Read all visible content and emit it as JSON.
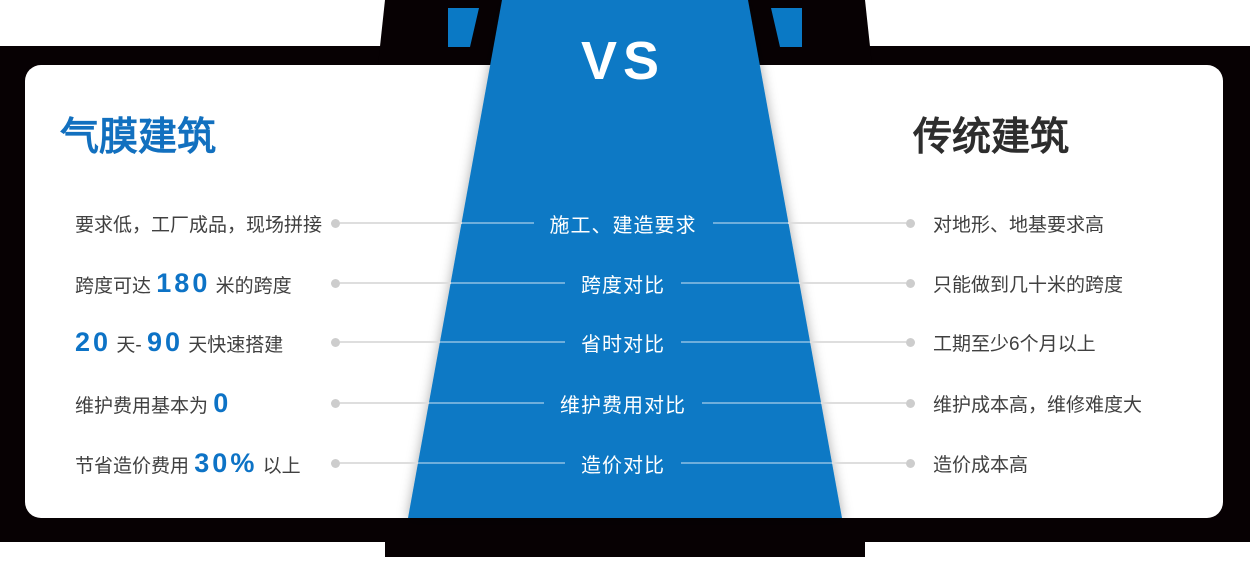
{
  "vs_label": "VS",
  "left": {
    "title": "气膜建筑"
  },
  "right": {
    "title": "传统建筑"
  },
  "rows": [
    {
      "center": "施工、建造要求",
      "left_segments": [
        {
          "text": "要求低，工厂成品，现场拼接",
          "highlight": false
        }
      ],
      "right_text": "对地形、地基要求高"
    },
    {
      "center": "跨度对比",
      "left_segments": [
        {
          "text": "跨度可达 ",
          "highlight": false
        },
        {
          "text": "180",
          "highlight": true
        },
        {
          "text": " 米的跨度",
          "highlight": false
        }
      ],
      "right_text": "只能做到几十米的跨度"
    },
    {
      "center": "省时对比",
      "left_segments": [
        {
          "text": "20",
          "highlight": true
        },
        {
          "text": " 天- ",
          "highlight": false
        },
        {
          "text": "90",
          "highlight": true
        },
        {
          "text": " 天快速搭建",
          "highlight": false
        }
      ],
      "right_text": "工期至少6个月以上"
    },
    {
      "center": "维护费用对比",
      "left_segments": [
        {
          "text": "维护费用基本为 ",
          "highlight": false
        },
        {
          "text": "0",
          "highlight": true
        }
      ],
      "right_text": "维护成本高，维修难度大"
    },
    {
      "center": "造价对比",
      "left_segments": [
        {
          "text": "节省造价费用 ",
          "highlight": false
        },
        {
          "text": "30%",
          "highlight": true
        },
        {
          "text": " 以上",
          "highlight": false
        }
      ],
      "right_text": "造价成本高"
    }
  ],
  "colors": {
    "brand_blue": "#0a79c5",
    "heading_blue": "#1270bf",
    "highlight_blue": "#0d73c6",
    "banner_black": "#070103",
    "card_white": "#ffffff",
    "text_dark": "#404040",
    "line_gray": "#dedede",
    "line_on_blue": "rgba(255,255,255,0.4)",
    "dot_gray": "#cdcdcd"
  }
}
